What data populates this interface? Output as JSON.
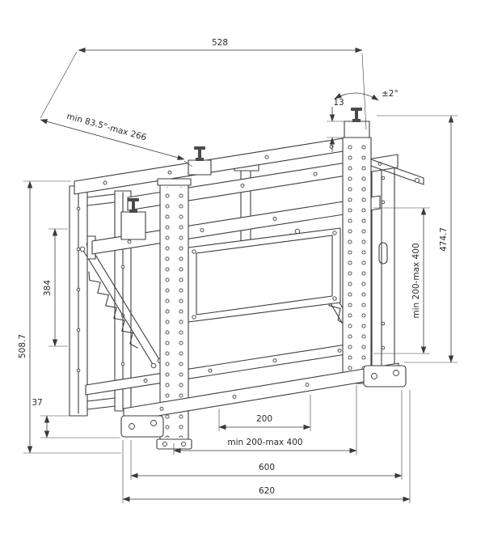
{
  "page": {
    "background": "#ffffff"
  },
  "drawing": {
    "line_color": "#3d3d3d",
    "dimension_color": "#3a3a3a",
    "dimensions": {
      "top_width": "528",
      "depth_range": "min 83.5°-max 266",
      "bracket_thickness": "13",
      "tilt_angle": "±2°",
      "frame_height": "474.7",
      "vesa_height_range": "min 200-max 400",
      "plate_inner_height": "384",
      "plate_total_height": "508.7",
      "foot_offset": "37",
      "vesa_width": "200",
      "vesa_width_range": "min 200-max 400",
      "frame_width": "600",
      "total_width": "620"
    }
  }
}
